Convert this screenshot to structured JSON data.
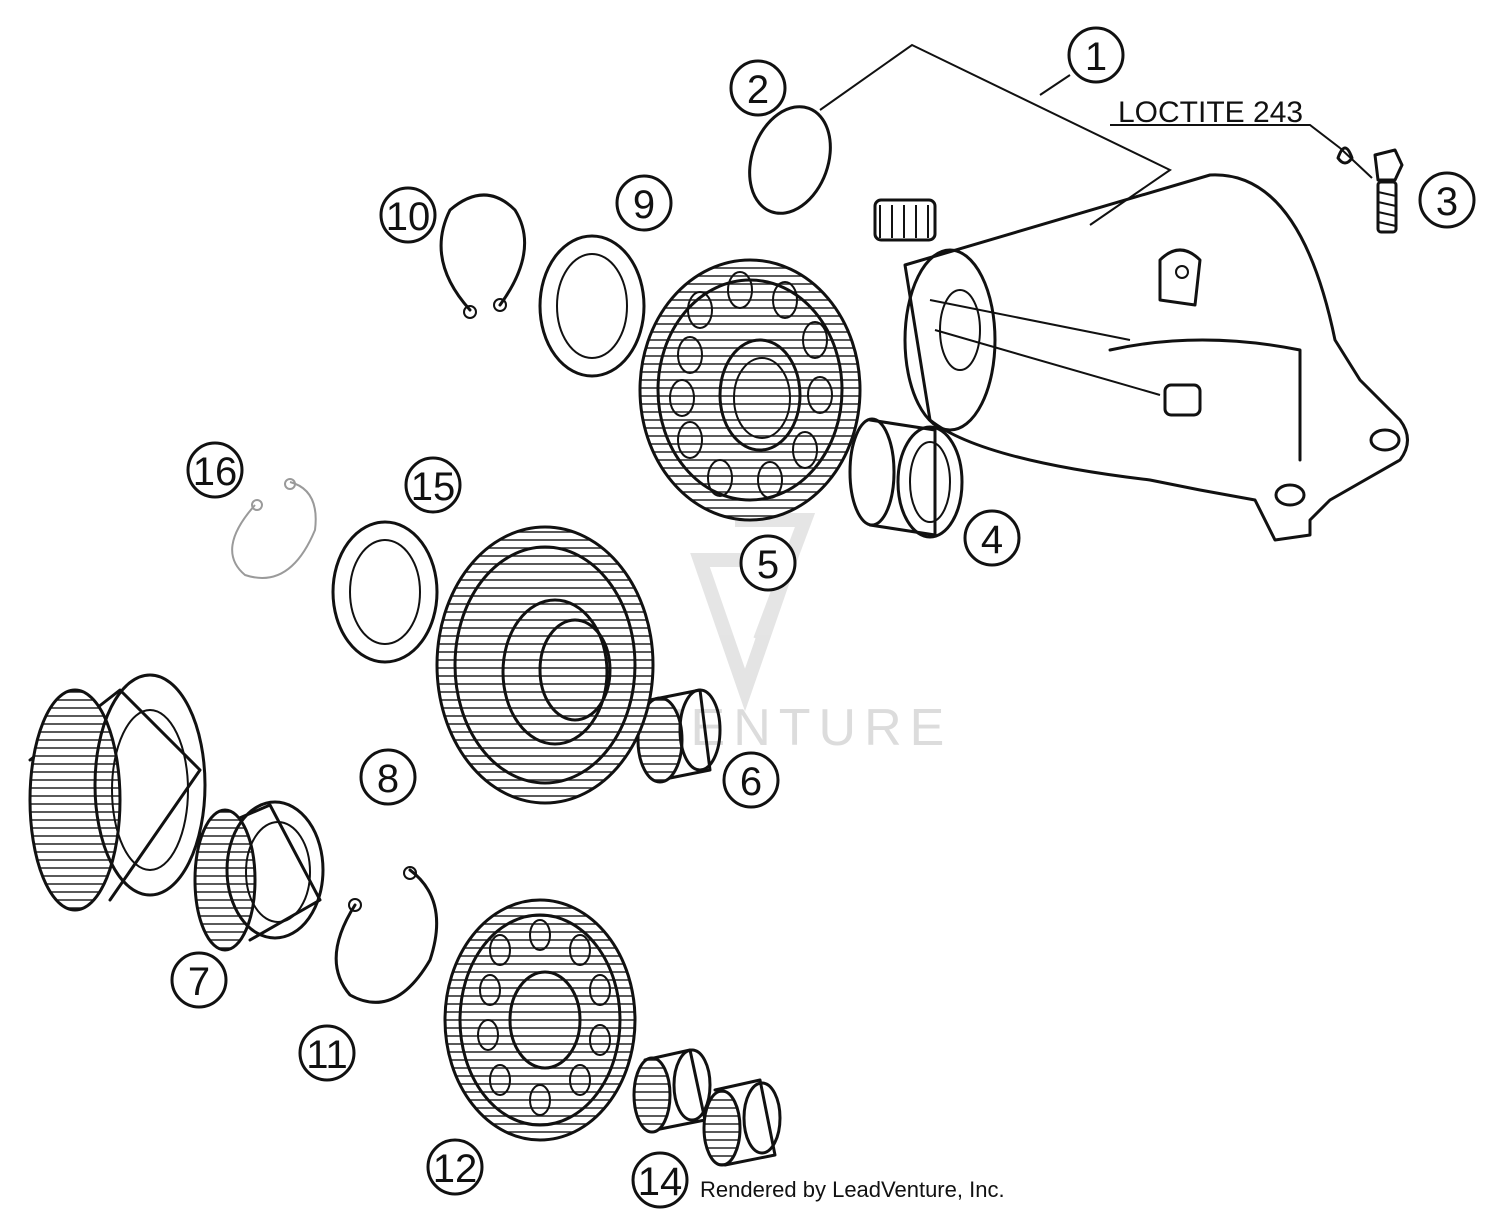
{
  "diagram": {
    "note_label": "LOCTITE 243",
    "credit": "Rendered by LeadVenture, Inc.",
    "watermark": "LEADVENTURE",
    "callouts": [
      "1",
      "2",
      "3",
      "4",
      "5",
      "6",
      "7",
      "8",
      "9",
      "10",
      "11",
      "12",
      "14",
      "15",
      "16"
    ],
    "colors": {
      "line": "#111111",
      "watermark": "#d9d9d9",
      "background": "#ffffff"
    }
  }
}
